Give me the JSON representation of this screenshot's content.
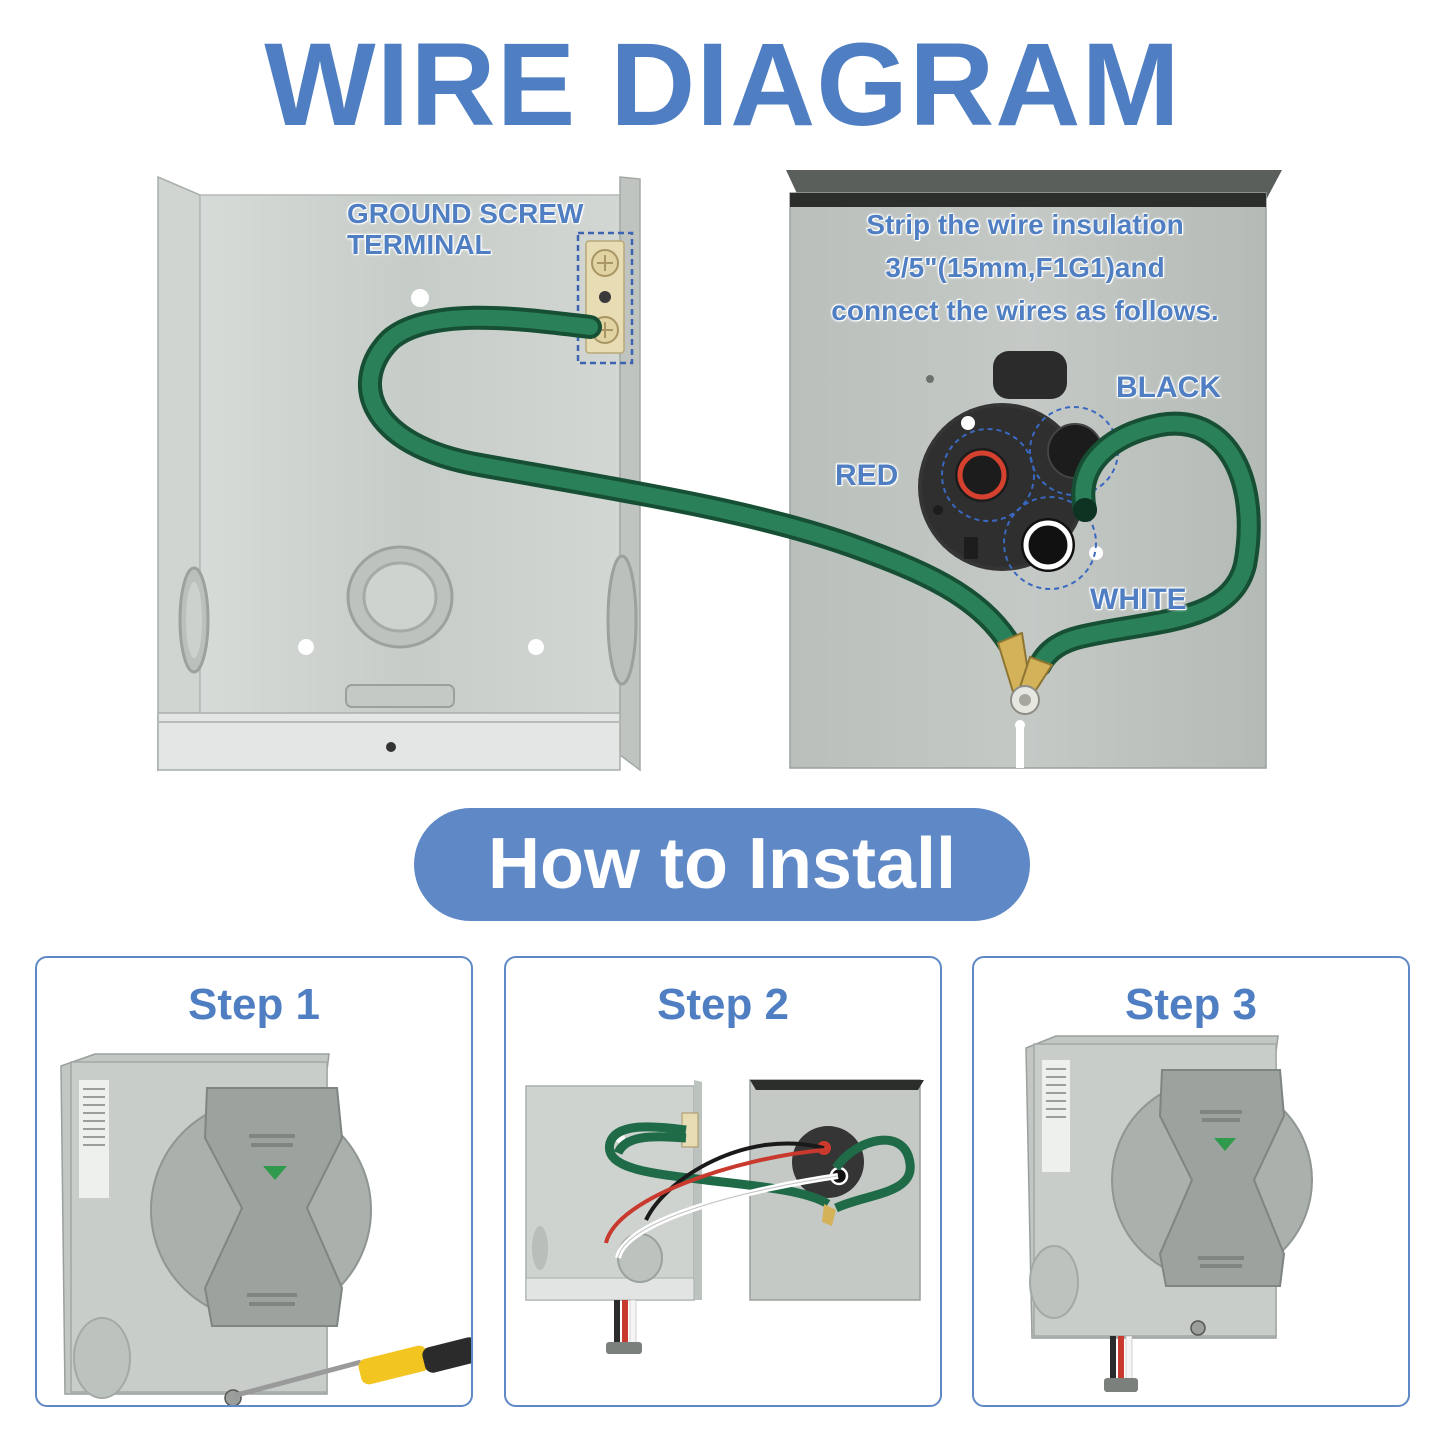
{
  "title": "WIRE DIAGRAM",
  "labels": {
    "ground_line1": "GROUND SCREW",
    "ground_line2": "TERMINAL",
    "strip_line1": "Strip the wire insulation",
    "strip_line2": "3/5\"(15mm,F1G1)and",
    "strip_line3": "connect the wires as follows.",
    "black": "BLACK",
    "red": "RED",
    "white": "WHITE"
  },
  "install_title": "How to Install",
  "steps": [
    {
      "label": "Step 1"
    },
    {
      "label": "Step 2"
    },
    {
      "label": "Step 3"
    }
  ],
  "colors": {
    "accent": "#4f7fc2",
    "pill": "#5f88c6",
    "wire_ground": "#1f6b47",
    "wire_red": "#c83a2e",
    "wire_black": "#1a1a1a",
    "wire_white": "#ffffff",
    "enclosure": "#c9cecb"
  }
}
